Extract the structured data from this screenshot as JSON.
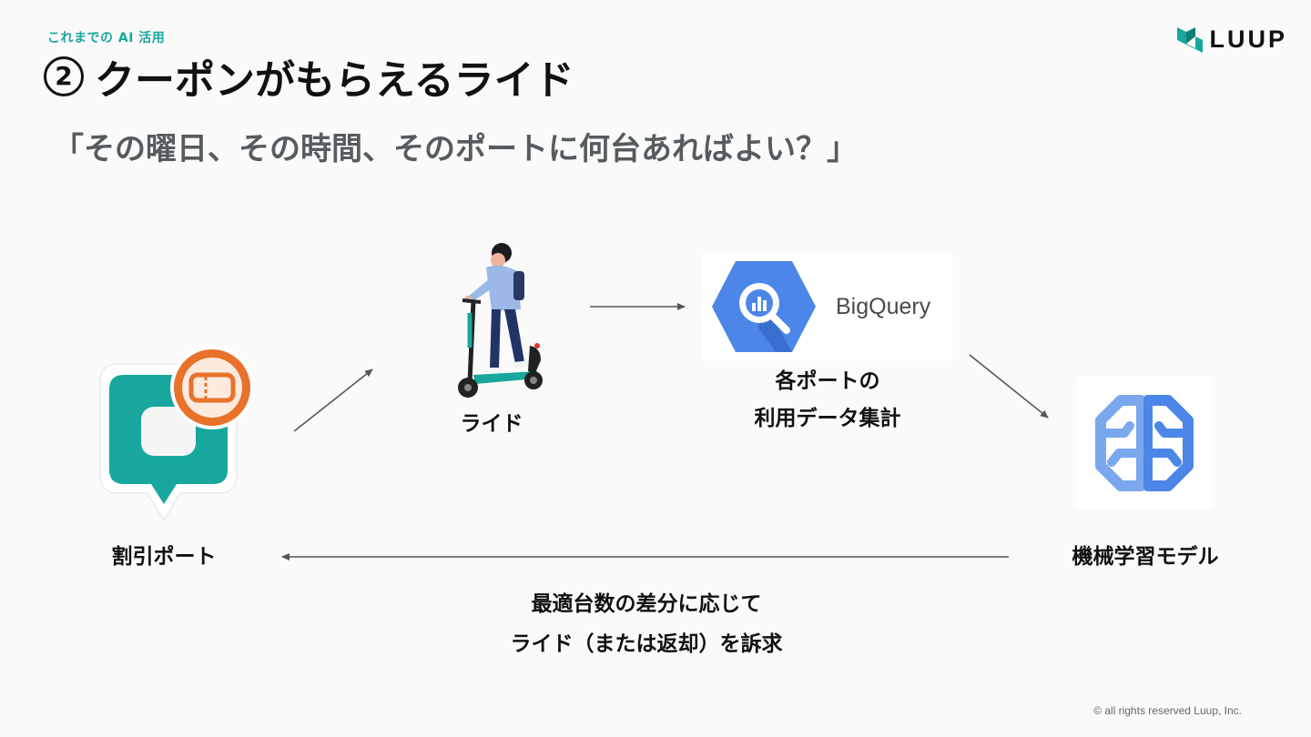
{
  "header": {
    "section_label": "これまでの AI 活用",
    "title_number": "2",
    "title_text": "クーポンがもらえるライド",
    "subtitle": "「その曜日、その時間、そのポートに何台あればよい？」",
    "logo_text": "LUUP"
  },
  "colors": {
    "accent": "#18a79c",
    "coupon_orange": "#e8722a",
    "bigquery_blue": "#4b86e8",
    "arrow": "#555555"
  },
  "diagram": {
    "nodes": {
      "discount_port": {
        "label": "割引ポート",
        "icon": "map-pin-coupon-icon"
      },
      "ride": {
        "label": "ライド",
        "icon": "scooter-rider-icon"
      },
      "bigquery": {
        "brand": "BigQuery",
        "label_line1": "各ポートの",
        "label_line2": "利用データ集計",
        "icon": "bigquery-icon"
      },
      "ml_model": {
        "label": "機械学習モデル",
        "icon": "ml-brain-icon"
      }
    },
    "feedback": {
      "line1": "最適台数の差分に応じて",
      "line2": "ライド（または返却）を訴求"
    }
  },
  "footer": {
    "copyright": "© all rights reserved Luup, Inc."
  }
}
